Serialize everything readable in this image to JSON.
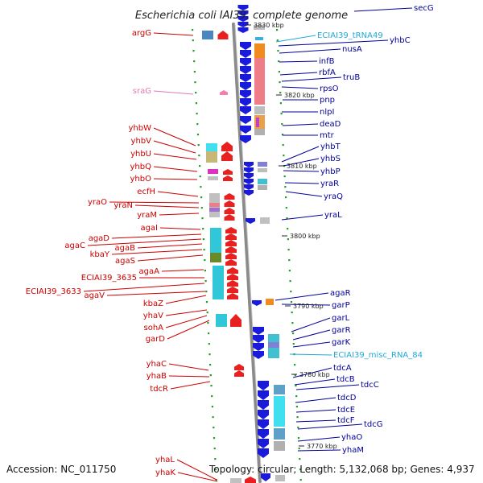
{
  "title": "Escherichia coli IAI39, complete genome",
  "footer": {
    "accession": "Accession: NC_011750",
    "stats": "Topology: circular; Length: 5,132,068 bp; Genes: 4,937"
  },
  "colors": {
    "forward_label": "#cc0000",
    "reverse_label": "#000099",
    "rna_label": "#22a8d8",
    "srna_label": "#e07ab0",
    "backbone": "#8a8a8a",
    "tick": "#22a022"
  },
  "kbp_marks": [
    "3830 kbp",
    "3820 kbp",
    "3810 kbp",
    "3800 kbp",
    "3790 kbp",
    "3780 kbp",
    "3770 kbp"
  ],
  "left_genes": [
    "argG",
    "sraG",
    "yhbW",
    "yhbV",
    "yhbU",
    "yhbQ",
    "yhbO",
    "ecfH",
    "yraO",
    "yraN",
    "yraM",
    "agaI",
    "agaD",
    "agaC",
    "agaB",
    "kbaY",
    "agaS",
    "agaA",
    "ECIAI39_3635",
    "ECIAI39_3633",
    "agaV",
    "kbaZ",
    "yhaV",
    "sohA",
    "garD",
    "yhaC",
    "yhaB",
    "tdcR",
    "yhaL",
    "yhaK"
  ],
  "right_genes": [
    "secG",
    "ECIAI39_tRNA49",
    "yhbC",
    "nusA",
    "infB",
    "rbfA",
    "truB",
    "rpsO",
    "pnp",
    "nlpI",
    "deaD",
    "mtr",
    "yhbT",
    "yhbS",
    "yhbP",
    "yraR",
    "yraQ",
    "yraL",
    "agaR",
    "garP",
    "garL",
    "garR",
    "garK",
    "ECIAI39_misc_RNA_84",
    "tdcA",
    "tdcB",
    "tdcC",
    "tdcD",
    "tdcE",
    "tdcF",
    "tdcG",
    "yhaO",
    "yhaM"
  ]
}
